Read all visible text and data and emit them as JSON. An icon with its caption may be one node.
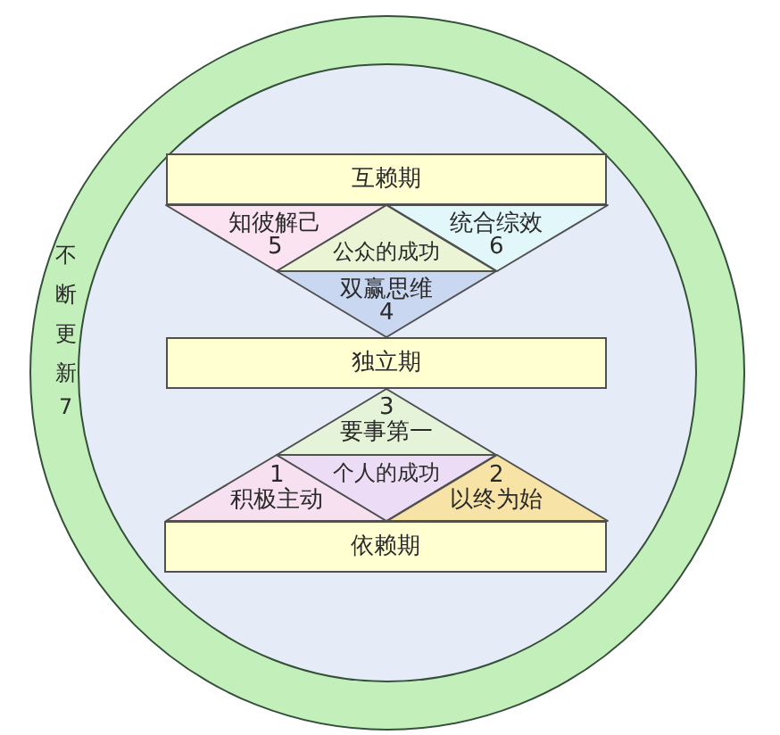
{
  "diagram": {
    "nodes": [
      {
        "text": [
          "不断更新",
          "7"
        ]
      },
      {
        "text": [
          "互赖期"
        ],
        "in": 0
      },
      {
        "text": [
          "知彼解己",
          "5"
        ],
        "in": 0
      },
      {
        "text": [
          "公众的成功"
        ],
        "in": 0
      },
      {
        "text": [
          "统合综效",
          "6"
        ],
        "in": 0
      },
      {
        "text": [
          "双赢思维",
          "4"
        ],
        "in": 0
      },
      {
        "text": [
          "独立期"
        ],
        "in": 0
      },
      {
        "text": [
          "3",
          "要事第一"
        ],
        "in": 0
      },
      {
        "text": [
          "1",
          "积极主动"
        ],
        "in": 0
      },
      {
        "text": [
          "个人的成功"
        ],
        "in": 0
      },
      {
        "text": [
          "2",
          "以终为始"
        ],
        "in": 0
      },
      {
        "text": [
          "依赖期"
        ],
        "in": 0
      }
    ]
  }
}
